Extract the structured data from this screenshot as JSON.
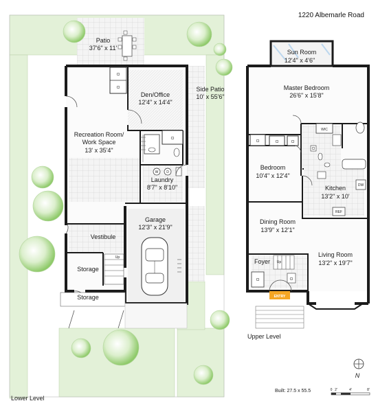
{
  "address": "1220 Albemarle Road",
  "lower_level": {
    "title": "Lower Level",
    "rooms": {
      "patio": {
        "name": "Patio",
        "dims": "37'6\" x 11'"
      },
      "den": {
        "name": "Den/Office",
        "dims": "12'4\" x 14'4\""
      },
      "side_patio": {
        "name": "Side Patio",
        "dims": "10' x 55'6\""
      },
      "rec": {
        "name_line1": "Recreation Room/",
        "name_line2": "Work Space",
        "dims": "13' x 35'4\""
      },
      "laundry": {
        "name": "Laundry",
        "dims": "8'7\" x 8'10\""
      },
      "garage": {
        "name": "Garage",
        "dims": "12'3\" x 21'9\""
      },
      "vestibule": {
        "name": "Vestibule"
      },
      "storage_inner": {
        "name": "Storage"
      },
      "storage_outer": {
        "name": "Storage"
      }
    }
  },
  "upper_level": {
    "title": "Upper Level",
    "rooms": {
      "sun_room": {
        "name": "Sun Room",
        "dims": "12'4\" x 4'6\""
      },
      "master": {
        "name": "Master Bedroom",
        "dims": "26'6\" x 15'8\""
      },
      "bedroom": {
        "name": "Bedroom",
        "dims": "10'4\" x 12'4\""
      },
      "kitchen": {
        "name": "Kitchen",
        "dims": "13'2\" x 10'"
      },
      "dining": {
        "name": "Dining Room",
        "dims": "13'9\" x 12'1\""
      },
      "living": {
        "name": "Living Room",
        "dims": "13'2\" x 19'7\""
      },
      "foyer": {
        "name": "Foyer"
      }
    },
    "entry": "ENTRY"
  },
  "fixtures": {
    "closet": "Cl",
    "wic": "WIC",
    "up": "Up",
    "dw": "DW",
    "ref": "REF",
    "washer": "W",
    "dryer": "D"
  },
  "footer": {
    "built": "Built: 27.5 x 55.5",
    "scale": [
      "0",
      "2'",
      "4'",
      "8'"
    ],
    "north": "N"
  }
}
